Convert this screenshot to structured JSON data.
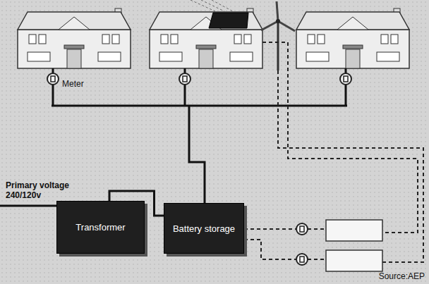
{
  "diagram": {
    "nodes": [
      {
        "text": [
          "Transformer"
        ]
      },
      {
        "text": [
          "Battery storage"
        ]
      }
    ],
    "edges": [
      {
        "from": 0,
        "to": 1,
        "arrow": "none"
      }
    ],
    "labels": [
      "Meter",
      "Primary voltage 240/120v",
      "Source:AEP"
    ]
  }
}
